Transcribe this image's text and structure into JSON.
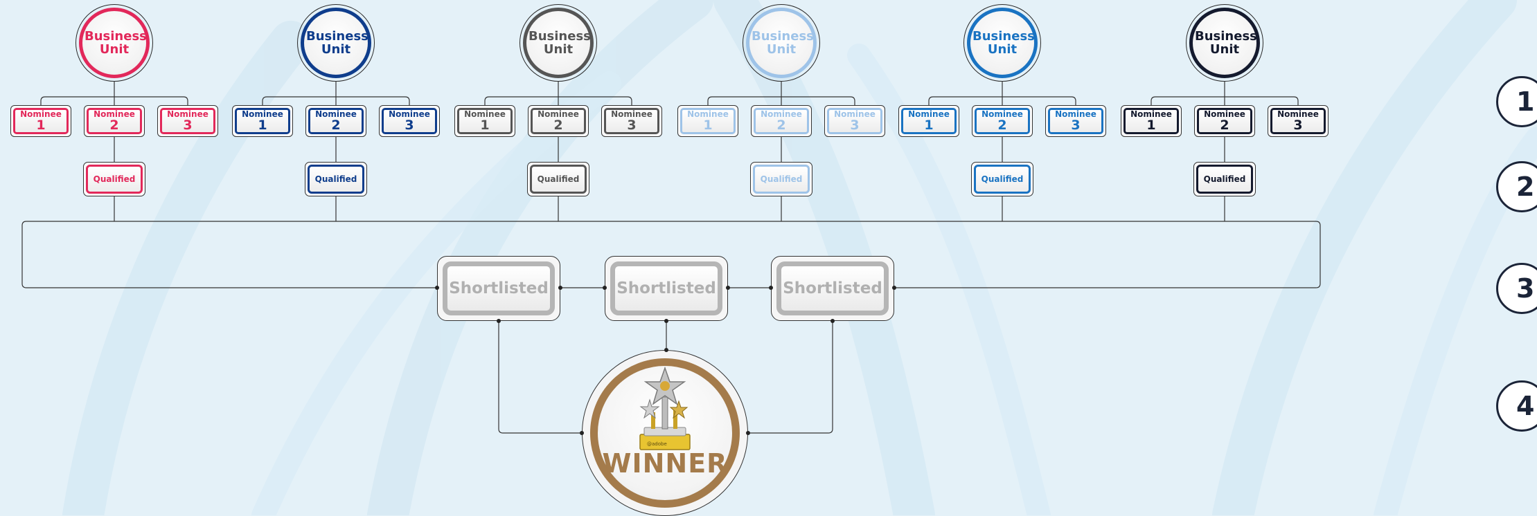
{
  "units": [
    {
      "label_line1": "Business",
      "label_line2": "Unit",
      "color": "#e2285a",
      "qualified": "Qualified",
      "nominees": [
        {
          "word": "Nominee",
          "num": "1"
        },
        {
          "word": "Nominee",
          "num": "2"
        },
        {
          "word": "Nominee",
          "num": "3"
        }
      ]
    },
    {
      "label_line1": "Business",
      "label_line2": "Unit",
      "color": "#0f3d8c",
      "qualified": "Qualified",
      "nominees": [
        {
          "word": "Nominee",
          "num": "1"
        },
        {
          "word": "Nominee",
          "num": "2"
        },
        {
          "word": "Nominee",
          "num": "3"
        }
      ]
    },
    {
      "label_line1": "Business",
      "label_line2": "Unit",
      "color": "#555555",
      "qualified": "Qualified",
      "nominees": [
        {
          "word": "Nominee",
          "num": "1"
        },
        {
          "word": "Nominee",
          "num": "2"
        },
        {
          "word": "Nominee",
          "num": "3"
        }
      ]
    },
    {
      "label_line1": "Business",
      "label_line2": "Unit",
      "color": "#9ec3e8",
      "qualified": "Qualified",
      "nominees": [
        {
          "word": "Nominee",
          "num": "1"
        },
        {
          "word": "Nominee",
          "num": "2"
        },
        {
          "word": "Nominee",
          "num": "3"
        }
      ]
    },
    {
      "label_line1": "Business",
      "label_line2": "Unit",
      "color": "#1a73c2",
      "qualified": "Qualified",
      "nominees": [
        {
          "word": "Nominee",
          "num": "1"
        },
        {
          "word": "Nominee",
          "num": "2"
        },
        {
          "word": "Nominee",
          "num": "3"
        }
      ]
    },
    {
      "label_line1": "Business",
      "label_line2": "Unit",
      "color": "#141a2e",
      "qualified": "Qualified",
      "nominees": [
        {
          "word": "Nominee",
          "num": "1"
        },
        {
          "word": "Nominee",
          "num": "2"
        },
        {
          "word": "Nominee",
          "num": "3"
        }
      ]
    }
  ],
  "shortlisted": [
    "Shortlisted",
    "Shortlisted",
    "Shortlisted"
  ],
  "winner": {
    "label": "WINNER",
    "trophy_plate_text": "@adobe"
  },
  "steps": [
    "1",
    "2",
    "3",
    "4"
  ],
  "colors": {
    "background": "#e4f1f8",
    "winner_ring": "#a47b4b",
    "shortlisted": "#b0b0b0",
    "steps": "#1b2438"
  }
}
